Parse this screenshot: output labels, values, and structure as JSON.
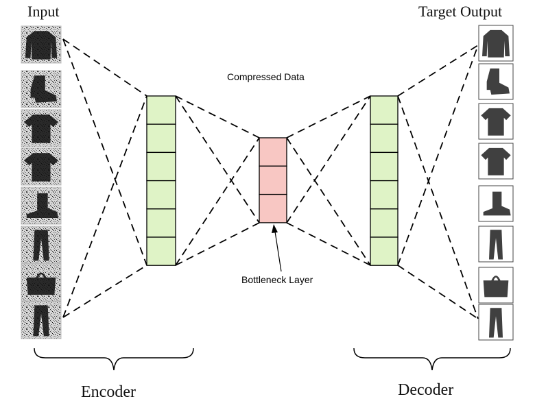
{
  "labels": {
    "input": "Input",
    "target_output": "Target Output",
    "compressed_data": "Compressed Data",
    "bottleneck_layer": "Bottleneck Layer",
    "encoder": "Encoder",
    "decoder": "Decoder"
  },
  "inputs": [
    {
      "item": "sweater",
      "noisy": true
    },
    {
      "item": "ankle-boot",
      "noisy": true
    },
    {
      "item": "t-shirt",
      "noisy": true
    },
    {
      "item": "t-shirt",
      "noisy": true
    },
    {
      "item": "boot",
      "noisy": true
    },
    {
      "item": "trousers",
      "noisy": true
    },
    {
      "item": "bag",
      "noisy": true
    },
    {
      "item": "trousers",
      "noisy": true
    }
  ],
  "outputs": [
    {
      "item": "sweater",
      "noisy": false
    },
    {
      "item": "ankle-boot",
      "noisy": false
    },
    {
      "item": "t-shirt",
      "noisy": false
    },
    {
      "item": "t-shirt",
      "noisy": false
    },
    {
      "item": "boot",
      "noisy": false
    },
    {
      "item": "trousers",
      "noisy": false
    },
    {
      "item": "bag",
      "noisy": false
    },
    {
      "item": "trousers",
      "noisy": false
    }
  ],
  "encoder_layer_units": 6,
  "bottleneck_units": 3,
  "decoder_layer_units": 6,
  "colors": {
    "hidden_layer": "#dff3c6",
    "bottleneck": "#f8c7c3",
    "lines": "#000000"
  }
}
